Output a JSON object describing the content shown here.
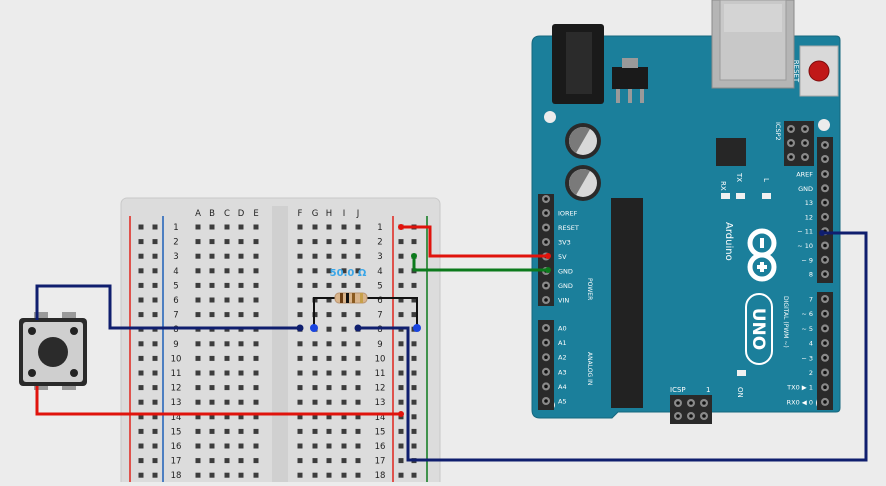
{
  "colors": {
    "background": "#ececec",
    "arduino_board": "#1b7f9b",
    "breadboard": "#dcdcdc",
    "rail_red": "#e0251d",
    "rail_blue": "#1c5fb8",
    "wire_red": "#e0130c",
    "wire_green": "#0c7a1c",
    "wire_navy": "#0f1e6e",
    "resistor_label": "#3aa6e8"
  },
  "breadboard": {
    "columns_left": [
      "A",
      "B",
      "C",
      "D",
      "E"
    ],
    "columns_right": [
      "F",
      "G",
      "H",
      "I",
      "J"
    ],
    "rows": [
      "1",
      "2",
      "3",
      "4",
      "5",
      "6",
      "7",
      "8",
      "9",
      "10",
      "11",
      "12",
      "13",
      "14",
      "15",
      "16",
      "17",
      "18"
    ]
  },
  "resistor": {
    "label": "50.0 Ω",
    "icon": "resistor-icon"
  },
  "button": {
    "icon": "pushbutton-icon"
  },
  "arduino": {
    "brand": "Arduino",
    "model": "UNO",
    "reset_label": "RESET",
    "icsp2_label": "ICSP2",
    "icsp_label": "ICSP",
    "icsp_arrow": "1",
    "led_rx": "RX",
    "led_tx": "TX",
    "led_l": "L",
    "led_on": "ON",
    "power_pins": [
      "IOREF",
      "RESET",
      "3V3",
      "5V",
      "GND",
      "GND",
      "VIN"
    ],
    "power_header": "POWER",
    "analog_pins": [
      "A0",
      "A1",
      "A2",
      "A3",
      "A4",
      "A5"
    ],
    "analog_header": "ANALOG IN",
    "digital_top": [
      "AREF",
      "GND",
      "13",
      "12",
      "~ 11",
      "~ 10",
      "~ 9",
      "8"
    ],
    "digital_bottom": [
      "7",
      "~ 6",
      "~ 5",
      "4",
      "~ 3",
      "2",
      "TX0 ▶ 1",
      "RX0 ◀ 0"
    ],
    "digital_header": "DIGITAL (PWM ~)"
  }
}
